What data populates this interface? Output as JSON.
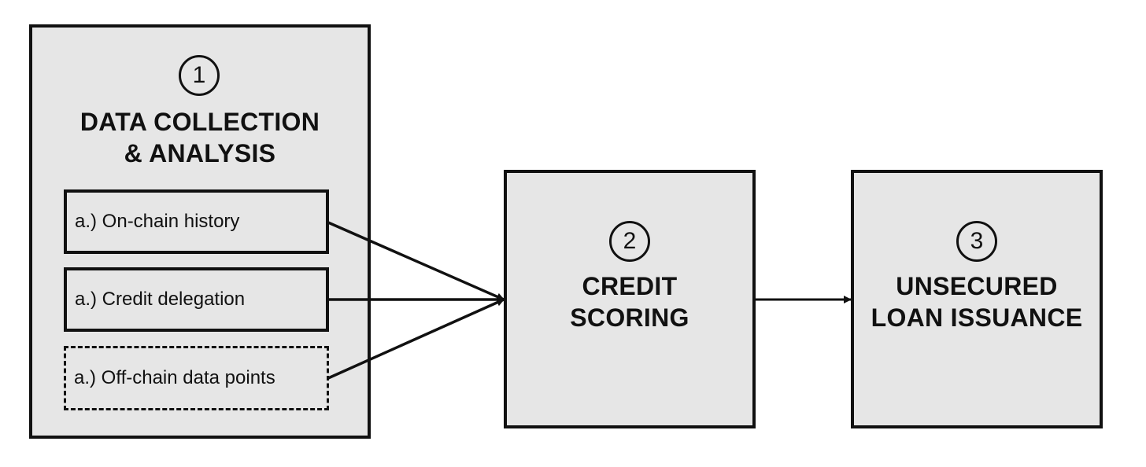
{
  "stages": [
    {
      "number": "1",
      "title_lines": [
        "DATA COLLECTION",
        "& ANALYSIS"
      ],
      "sources": [
        {
          "label": "a.) On-chain history",
          "style": "solid"
        },
        {
          "label": "a.) Credit delegation",
          "style": "solid"
        },
        {
          "label": "a.) Off-chain data points",
          "style": "dashed"
        }
      ]
    },
    {
      "number": "2",
      "title_lines": [
        "CREDIT",
        "SCORING"
      ]
    },
    {
      "number": "3",
      "title_lines": [
        "UNSECURED",
        "LOAN ISSUANCE"
      ]
    }
  ],
  "colors": {
    "box_fill": "#e6e6e6",
    "stroke": "#111111",
    "background": "#ffffff"
  }
}
